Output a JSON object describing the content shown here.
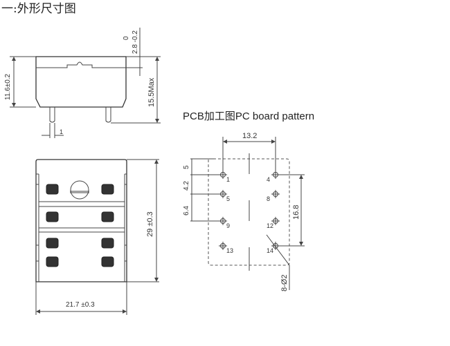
{
  "section_title": "一:外形尺寸图",
  "side_view": {
    "dim_height": "11.6±0.2",
    "dim_total": "15.5Max",
    "dim_cover_top": "0",
    "dim_cover": "2.8 -0.2",
    "dim_pin": "1"
  },
  "top_view": {
    "dim_length": "29 ±0.3",
    "dim_width": "21.7 ±0.3"
  },
  "pcb": {
    "title": "PCB加工图PC board pattern",
    "dim_pitch_x": "13.2",
    "dim_edge": "5",
    "dim_row1": "4.2",
    "dim_row2": "6.4",
    "dim_span": "16.8",
    "dim_hole": "8-Ø2",
    "pins": [
      "1",
      "4",
      "5",
      "8",
      "9",
      "12",
      "13",
      "14"
    ]
  }
}
